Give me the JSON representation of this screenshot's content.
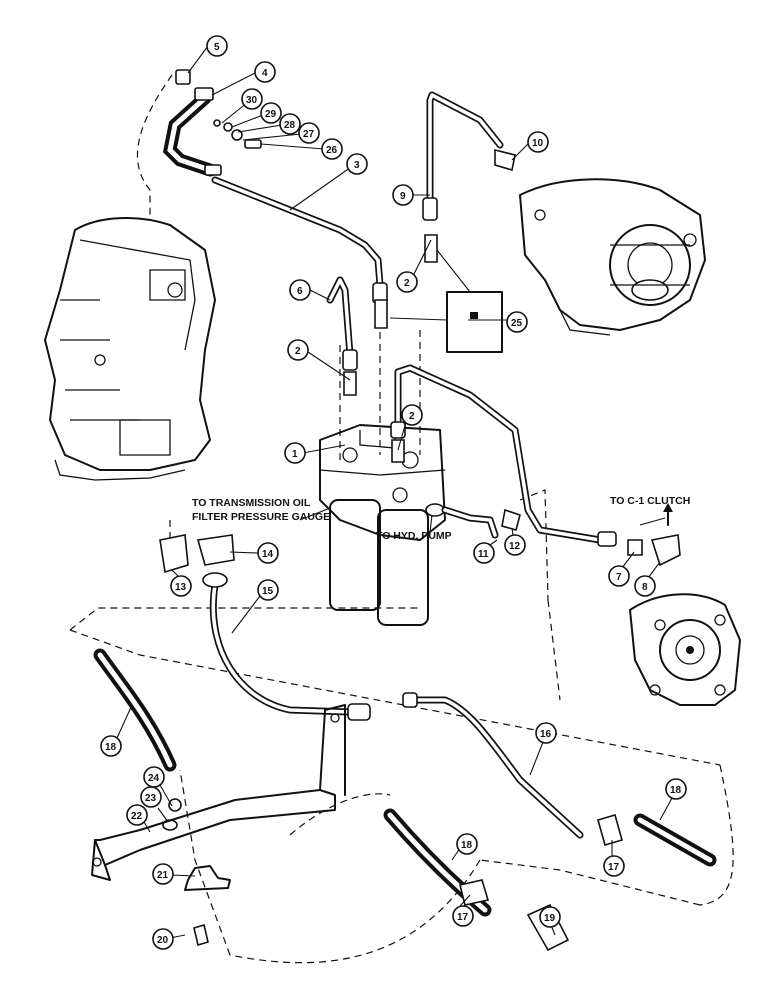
{
  "notes": {
    "trans_gauge_line1": "TO TRANSMISSION OIL",
    "trans_gauge_line2": "FILTER PRESSURE GAUGE",
    "hyd_pump": "TO HYD. PUMP",
    "c1_clutch": "TO C-1 CLUTCH"
  },
  "callouts": [
    "1",
    "2",
    "2",
    "2",
    "3",
    "4",
    "5",
    "6",
    "7",
    "8",
    "9",
    "10",
    "11",
    "12",
    "13",
    "14",
    "15",
    "16",
    "17",
    "17",
    "18",
    "18",
    "18",
    "19",
    "20",
    "21",
    "22",
    "23",
    "24",
    "25",
    "26",
    "27",
    "28",
    "29",
    "30"
  ]
}
